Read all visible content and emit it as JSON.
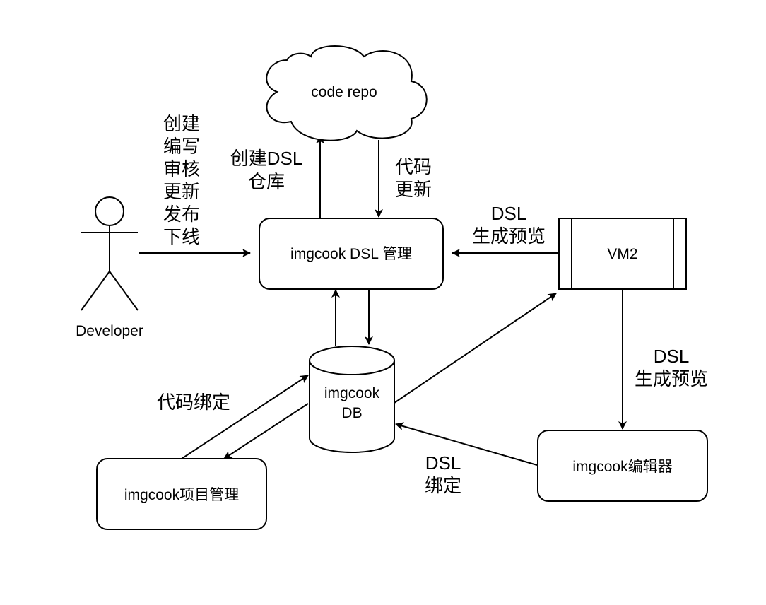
{
  "nodes": {
    "code_repo": "code repo",
    "dsl_manager": "imgcook DSL 管理",
    "vm2": "VM2",
    "db_line1": "imgcook",
    "db_line2": "DB",
    "editor": "imgcook编辑器",
    "project_manager": "imgcook项目管理",
    "developer": "Developer"
  },
  "edge_labels": {
    "developer_actions": [
      "创建",
      "编写",
      "审核",
      "更新",
      "发布",
      "下线"
    ],
    "create_repo": [
      "创建DSL",
      "仓库"
    ],
    "code_update": [
      "代码",
      "更新"
    ],
    "dsl_preview_top": [
      "DSL",
      "生成预览"
    ],
    "dsl_preview_right": [
      "DSL",
      "生成预览"
    ],
    "code_bind": [
      "代码绑定"
    ],
    "dsl_bind": [
      "DSL",
      "绑定"
    ]
  }
}
